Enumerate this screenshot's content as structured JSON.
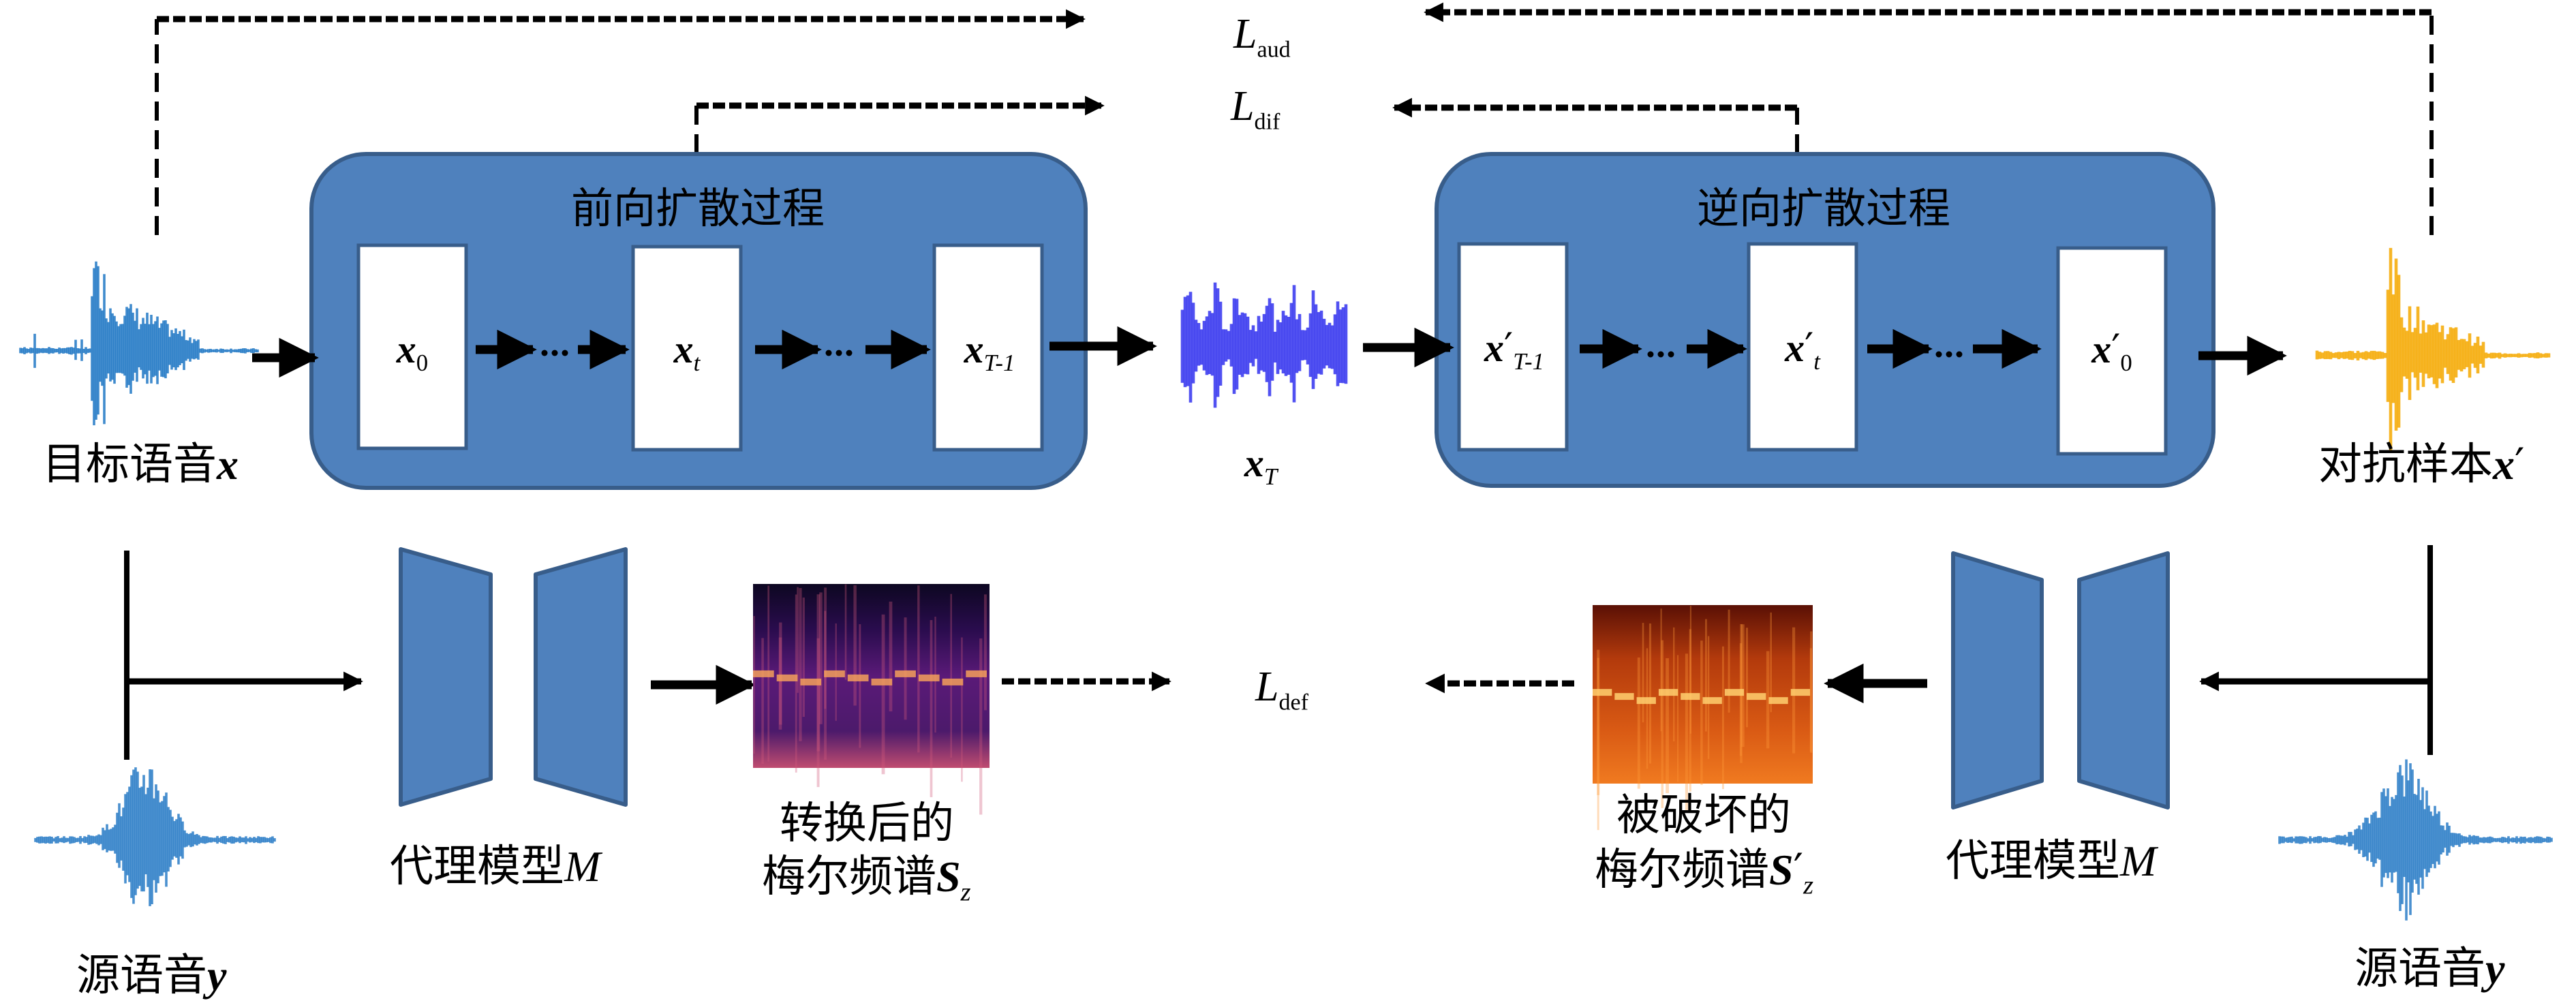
{
  "figure": {
    "title": "Diffusion-based adversarial voice protection pipeline",
    "colors": {
      "process_fill": "#4f81bd",
      "process_stroke": "#385d8a",
      "node_fill": "#ffffff",
      "arrow": "#000000",
      "target_wave": "#1f77c4",
      "noise_wave": "#3333ee",
      "adversarial_wave": "#f5a800",
      "source_wave": "#2a7cc7"
    }
  },
  "top_row": {
    "target_speech": {
      "text": "目标语音",
      "symbol": "x"
    },
    "forward_process": {
      "title": "前向扩散过程",
      "nodes": [
        {
          "base": "x",
          "sub": "0",
          "sub_italic": false,
          "prime": false
        },
        {
          "base": "x",
          "sub": "t",
          "sub_italic": true,
          "prime": false
        },
        {
          "base": "x",
          "sub": "T-1",
          "sub_italic": true,
          "prime": false
        }
      ],
      "ellipsis": "…"
    },
    "noise": {
      "base": "x",
      "sub": "T"
    },
    "reverse_process": {
      "title": "逆向扩散过程",
      "nodes": [
        {
          "base": "x",
          "prime": "′",
          "sub": "T-1",
          "sub_italic": true
        },
        {
          "base": "x",
          "prime": "′",
          "sub": "t",
          "sub_italic": true
        },
        {
          "base": "x",
          "prime": "′",
          "sub": "0",
          "sub_italic": false
        }
      ],
      "ellipsis": "…"
    },
    "adversarial_sample": {
      "text": "对抗样本",
      "symbol": "x",
      "prime": "′"
    }
  },
  "losses": {
    "aud": {
      "base": "L",
      "sub": "aud"
    },
    "dif": {
      "base": "L",
      "sub": "dif"
    },
    "def": {
      "base": "L",
      "sub": "def"
    }
  },
  "bottom_row": {
    "left": {
      "source_speech": {
        "text": "源语音",
        "symbol": "y"
      },
      "model": {
        "text": "代理模型",
        "symbol": "M"
      },
      "mel": {
        "line1": "转换后的",
        "line2": "梅尔频谱",
        "symbol": "S",
        "sub": "z",
        "prime": ""
      }
    },
    "right": {
      "source_speech": {
        "text": "源语音",
        "symbol": "y"
      },
      "model": {
        "text": "代理模型",
        "symbol": "M"
      },
      "mel": {
        "line1": "被破坏的",
        "line2": "梅尔频谱",
        "symbol": "S",
        "sub": "z",
        "prime": "′"
      }
    }
  }
}
